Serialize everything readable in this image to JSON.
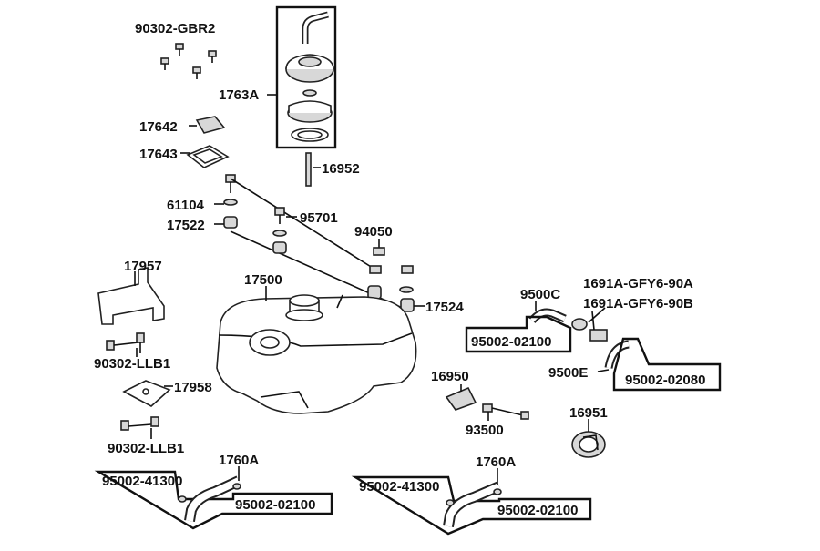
{
  "labels": {
    "bolt_set_top": "90302-GBR2",
    "cap_assembly": "1763A",
    "plate_upper": "17642",
    "plate_lower": "17643",
    "cap_rod": "16952",
    "washer": "61104",
    "rubber_mount": "17522",
    "bolt_center": "95701",
    "bolt_right": "94050",
    "bracket": "17957",
    "tank": "17500",
    "mount_right": "17524",
    "bolt_set_left": "90302-LLB1",
    "plate_small": "17958",
    "bolt_set_lower": "90302-LLB1",
    "hose_c": "9500C",
    "valve_a": "1691A-GFY6-90A",
    "valve_b": "1691A-GFY6-90B",
    "clip_upper": "95002-02100",
    "hose_e": "9500E",
    "clip_right": "95002-02080",
    "vent_valve": "16950",
    "vent_bolt": "93500",
    "fuel_pump": "16951",
    "hose_left": "1760A",
    "clamp_left_a": "95002-41300",
    "clamp_left_b": "95002-02100",
    "hose_right": "1760A",
    "clamp_right_a": "95002-41300",
    "clamp_right_b": "95002-02100"
  }
}
